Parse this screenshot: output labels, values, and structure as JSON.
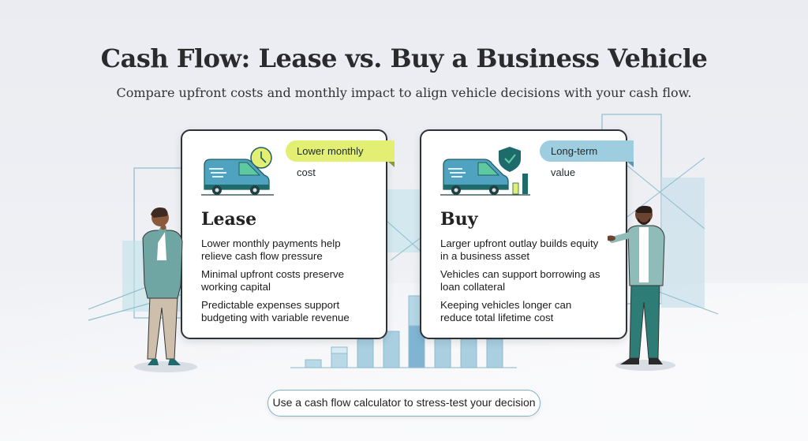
{
  "header": {
    "title": "Cash Flow: Lease vs. Buy a Business Vehicle",
    "subtitle": "Compare upfront costs and monthly impact to align vehicle decisions with your cash flow."
  },
  "cards": [
    {
      "id": "lease",
      "title": "Lease",
      "badge": "Lower monthly cost",
      "badge_color": "#e2ef72",
      "icon": "van-with-clock-icon",
      "points": [
        "Lower monthly payments help relieve cash flow pressure",
        "Minimal upfront costs preserve working capital",
        "Predictable expenses support budgeting with variable revenue"
      ]
    },
    {
      "id": "buy",
      "title": "Buy",
      "badge": "Long-term value",
      "badge_color": "#9fcde0",
      "icon": "van-with-shield-icon",
      "points": [
        "Larger upfront outlay builds equity in a business asset",
        "Vehicles can support borrowing as loan collateral",
        "Keeping vehicles longer can reduce total lifetime cost"
      ]
    }
  ],
  "cta": {
    "label": "Use a cash flow calculator to stress-test your decision"
  },
  "colors": {
    "van_body": "#4fa3c0",
    "van_accent": "#5ec9a0",
    "dark_teal": "#1f6b6b",
    "lime": "#e2ef72",
    "sky": "#9fcde0"
  }
}
